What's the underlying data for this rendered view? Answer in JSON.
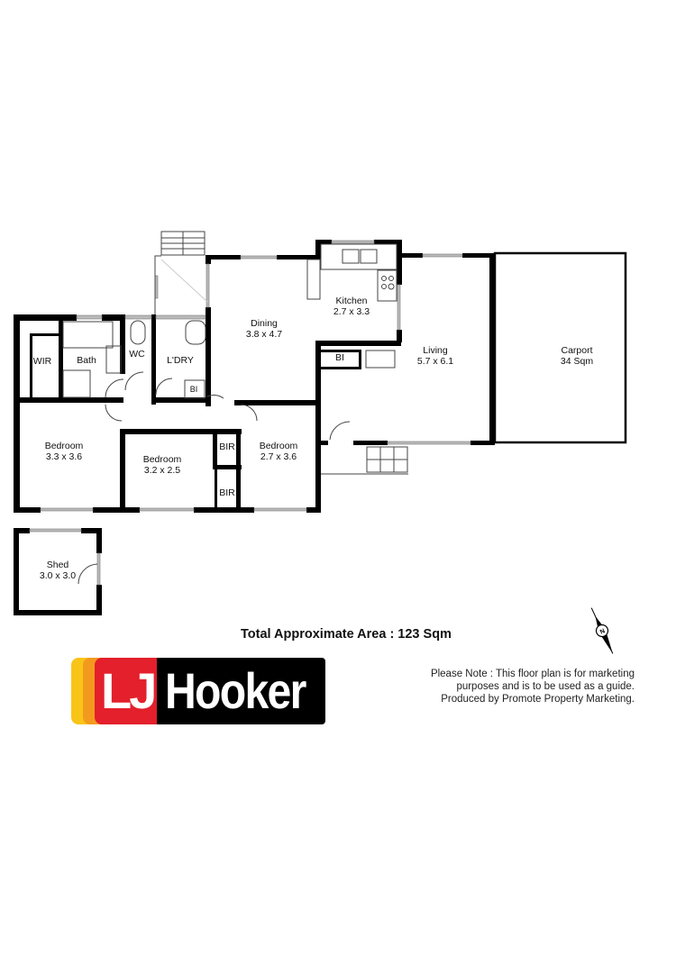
{
  "floorplan": {
    "rooms": [
      {
        "id": "wir",
        "name": "WIR",
        "dims": ""
      },
      {
        "id": "bath",
        "name": "Bath",
        "dims": ""
      },
      {
        "id": "wc",
        "name": "WC",
        "dims": ""
      },
      {
        "id": "laundry",
        "name": "L'DRY",
        "dims": ""
      },
      {
        "id": "laundry_bi",
        "name": "BI",
        "dims": ""
      },
      {
        "id": "dining",
        "name": "Dining",
        "dims": "3.8 x 4.7"
      },
      {
        "id": "kitchen",
        "name": "Kitchen",
        "dims": "2.7 x 3.3"
      },
      {
        "id": "bi",
        "name": "BI",
        "dims": ""
      },
      {
        "id": "living",
        "name": "Living",
        "dims": "5.7 x 6.1"
      },
      {
        "id": "carport",
        "name": "Carport",
        "dims": "34 Sqm"
      },
      {
        "id": "bedroom1",
        "name": "Bedroom",
        "dims": "3.3 x 3.6"
      },
      {
        "id": "bedroom2",
        "name": "Bedroom",
        "dims": "3.2 x 2.5"
      },
      {
        "id": "bir1",
        "name": "BIR",
        "dims": ""
      },
      {
        "id": "bir2",
        "name": "BIR",
        "dims": ""
      },
      {
        "id": "bedroom3",
        "name": "Bedroom",
        "dims": "2.7 x 3.6"
      },
      {
        "id": "shed",
        "name": "Shed",
        "dims": "3.0 x 3.0"
      }
    ],
    "total_area": "Total Approximate Area : 123 Sqm",
    "compass": {
      "label": "N"
    }
  },
  "brand": {
    "logo_text_left": "LJ",
    "logo_text_right": "Hooker",
    "colors": {
      "yellow": "#f9c418",
      "orange": "#f39a1e",
      "red": "#e3202b",
      "black": "#000000"
    }
  },
  "disclaimer": {
    "lines": [
      "Please Note : This floor plan is for marketing",
      "purposes and is to be used as a guide.",
      "Produced by Promote Property Marketing."
    ]
  }
}
